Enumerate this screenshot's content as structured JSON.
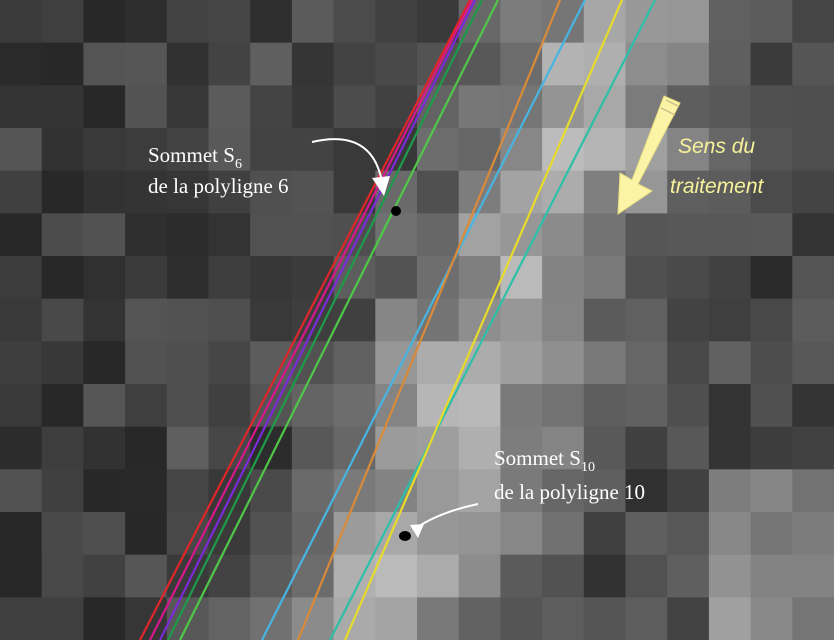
{
  "labels": {
    "s6_word": "Sommet S",
    "s6_sub": "6",
    "s6_line2": "de la polyligne 6",
    "s10_word": "Sommet S",
    "s10_sub": "10",
    "s10_line2": "de la polyligne 10",
    "direction_line1": "Sens du",
    "direction_line2": "traitement"
  },
  "colors": {
    "direction_text": "#f7f29a",
    "direction_arrow": "#fbf3a6",
    "annotation_text": "#ffffff",
    "vertex_dot": "#000000"
  },
  "polylines": [
    {
      "id": "red",
      "color": "#e0262a"
    },
    {
      "id": "magenta",
      "color": "#d6188c"
    },
    {
      "id": "purple",
      "color": "#7a2ad8"
    },
    {
      "id": "dark-green",
      "color": "#1f9a4a"
    },
    {
      "id": "light-green",
      "color": "#4fc84a"
    },
    {
      "id": "sky-blue",
      "color": "#48b4e0"
    },
    {
      "id": "orange",
      "color": "#d98a3a"
    },
    {
      "id": "teal",
      "color": "#2cc0a8"
    },
    {
      "id": "yellow",
      "color": "#e8dc2a"
    }
  ]
}
